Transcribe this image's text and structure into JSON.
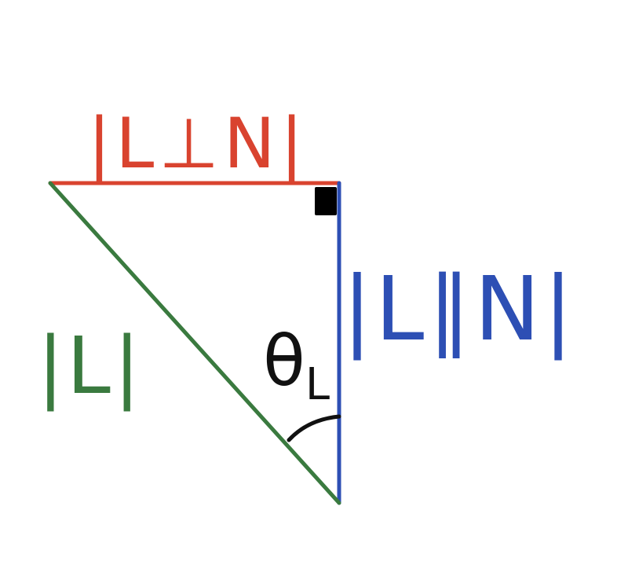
{
  "labels": {
    "perp": "|L⊥N|",
    "parallel": "|L∥N|",
    "hyp": "|L|",
    "theta_main": "θ",
    "theta_sub": "L"
  },
  "colors": {
    "perp_side": "#d9432f",
    "parallel_side": "#2d4fb4",
    "hypotenuse": "#3a7a3f",
    "angle_mark": "#111111",
    "right_angle_mark": "#000000"
  }
}
